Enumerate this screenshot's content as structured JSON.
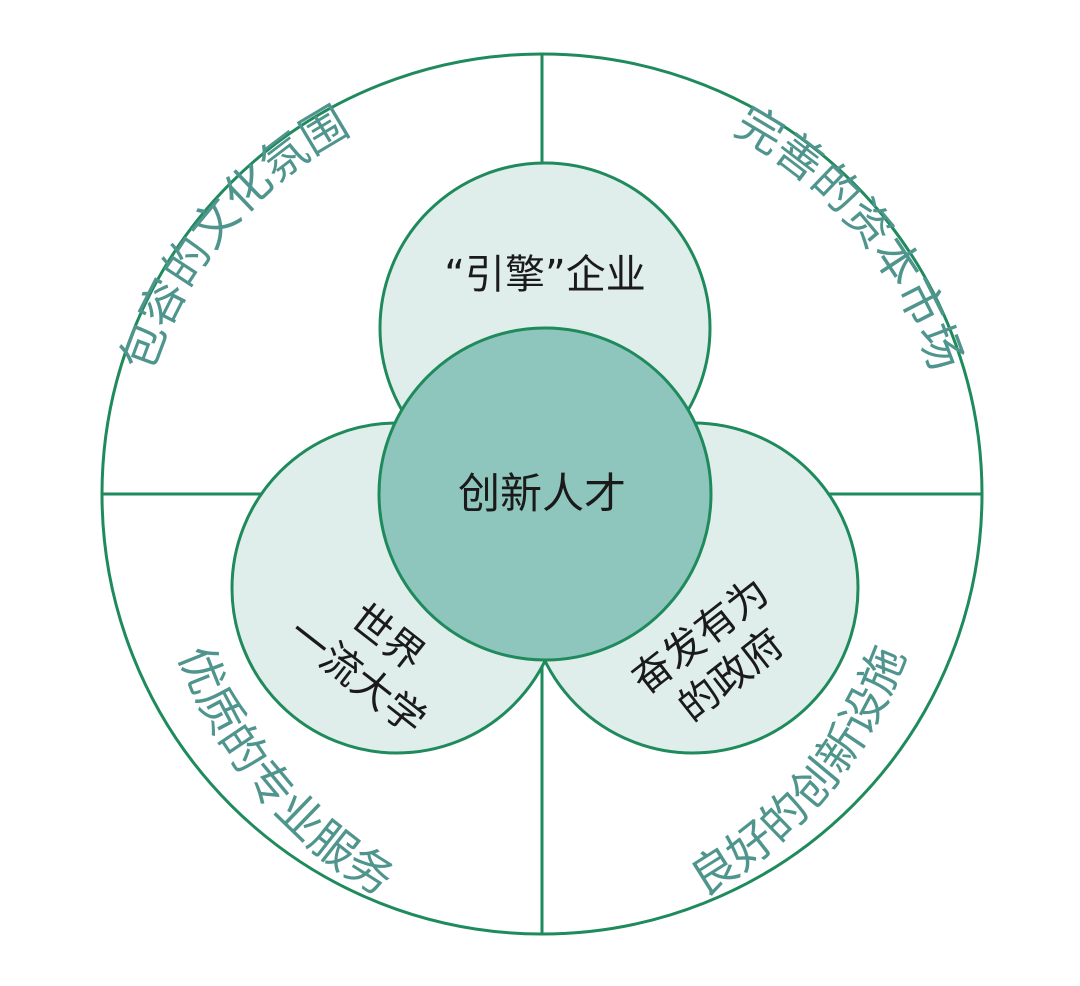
{
  "colors": {
    "ring_stroke": "#1f8a5c",
    "ring_text": "#4f958d",
    "petal_fill": "#e0eeeb",
    "petal_stroke": "#1f8a5c",
    "core_fill": "#8ec5bd",
    "core_stroke": "#1f8a5c",
    "label_text": "#1a1a1a"
  },
  "outer_ring": {
    "top_left": "包容的文化氛围",
    "top_right": "完善的资本市场",
    "bottom_left": "优质的专业服务",
    "bottom_right": "良好的创新设施"
  },
  "petals": {
    "top": "“引擎”企业",
    "left_line1": "世界",
    "left_line2": "一流大学",
    "right_line1": "奋发有为",
    "right_line2": "的政府"
  },
  "core": {
    "label": "创新人才"
  }
}
